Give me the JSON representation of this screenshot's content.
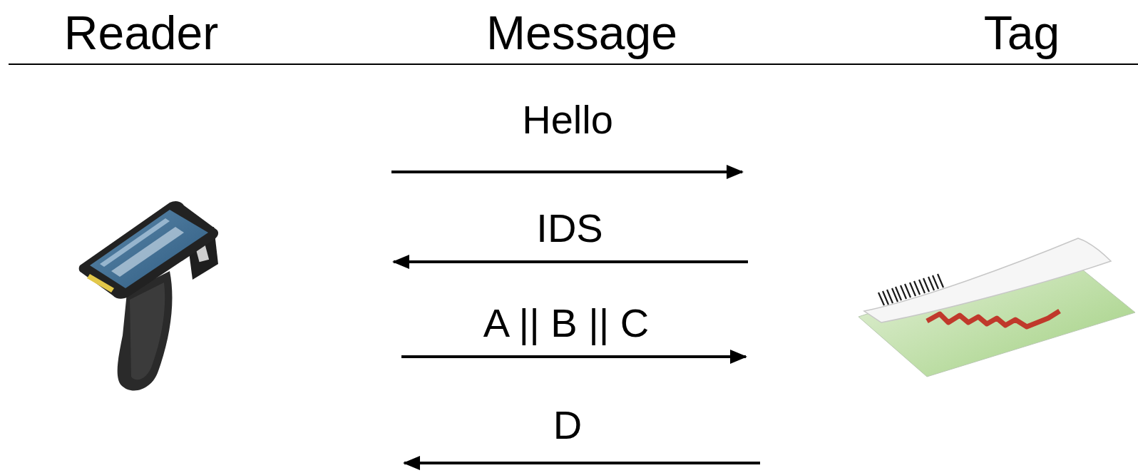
{
  "diagram": {
    "labels": [
      "Reader",
      "Message",
      "Tag",
      "Hello",
      "IDS",
      "A || B || C",
      "D"
    ]
  }
}
